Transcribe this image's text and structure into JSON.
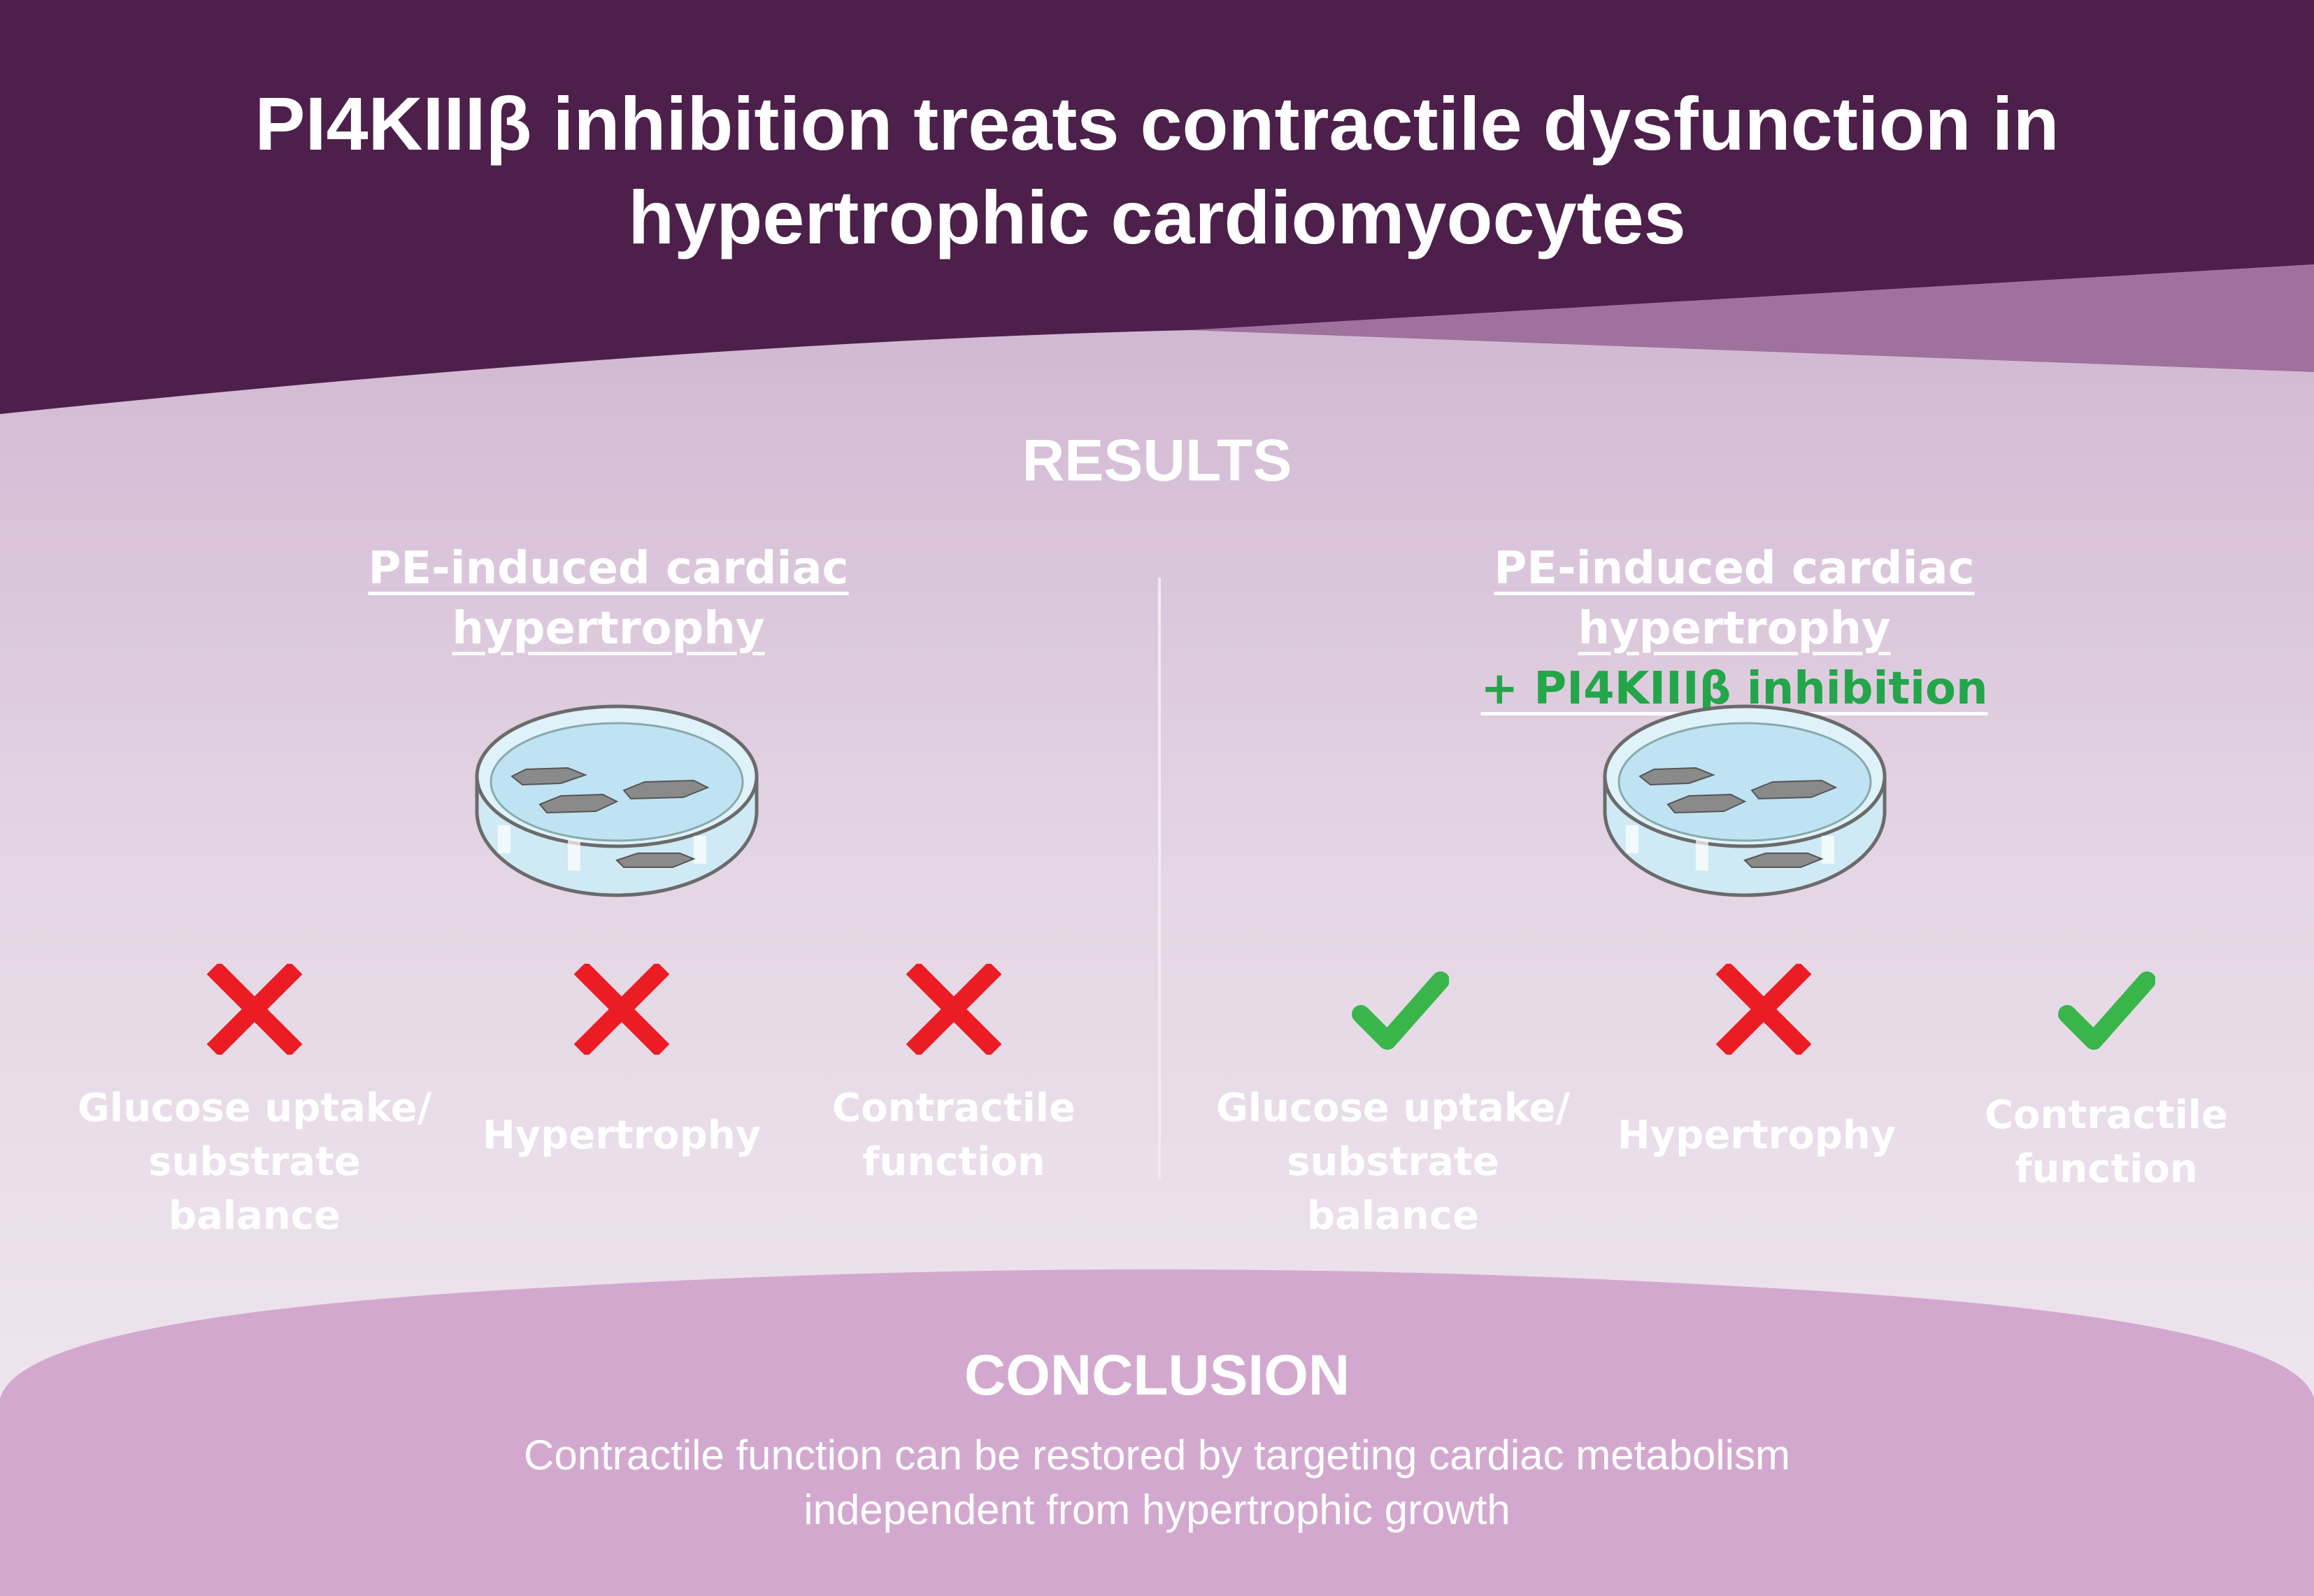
{
  "title": {
    "line1": "PI4KIIIβ inhibition treats contractile dysfunction in",
    "line2": "hypertrophic cardiomyocytes"
  },
  "results": {
    "heading": "RESULTS",
    "panels": [
      {
        "title_line1": "PE-induced cardiac hypertrophy",
        "title_line2": "",
        "items": [
          {
            "status": "cross",
            "line1": "Glucose uptake/",
            "line2": "substrate balance"
          },
          {
            "status": "cross",
            "line1": "Hypertrophy",
            "line2": ""
          },
          {
            "status": "cross",
            "line1": "Contractile",
            "line2": "function"
          }
        ]
      },
      {
        "title_line1": "PE-induced cardiac hypertrophy",
        "title_line2": "+ PI4KIIIβ inhibition",
        "items": [
          {
            "status": "check",
            "line1": "Glucose uptake/",
            "line2": "substrate balance"
          },
          {
            "status": "cross",
            "line1": "Hypertrophy",
            "line2": ""
          },
          {
            "status": "check",
            "line1": "Contractile",
            "line2": "function"
          }
        ]
      }
    ]
  },
  "conclusion": {
    "heading": "CONCLUSION",
    "line1": "Contractile function can be restored by targeting cardiac metabolism",
    "line2": "independent from hypertrophic growth"
  },
  "colors": {
    "header": "#4d1f4b",
    "accent_band": "#9e729d",
    "conclusion_bg": "#d3a8cf",
    "cross": "#ec1c24",
    "check": "#39b54a",
    "inhibition_text": "#23a64a"
  },
  "icons": {
    "dish": "petri-dish-icon",
    "cross": "cross-icon",
    "check": "check-icon"
  }
}
